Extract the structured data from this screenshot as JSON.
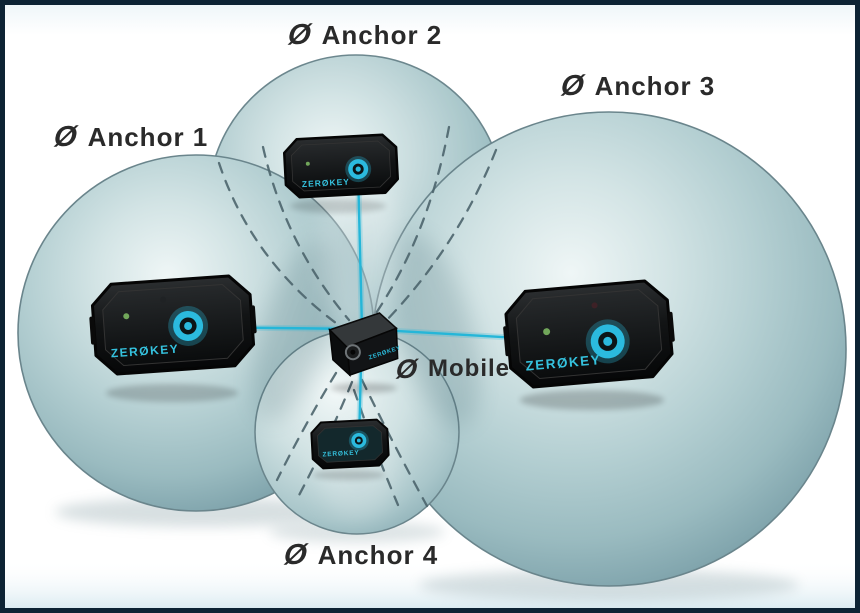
{
  "diagram": {
    "brand_glyph": "Ø",
    "device_brand": "ZERØKEY",
    "nodes": [
      {
        "id": "anchor-1",
        "label": "Anchor 1"
      },
      {
        "id": "anchor-2",
        "label": "Anchor 2"
      },
      {
        "id": "anchor-3",
        "label": "Anchor 3"
      },
      {
        "id": "anchor-4",
        "label": "Anchor 4"
      },
      {
        "id": "mobile",
        "label": "Mobile"
      }
    ],
    "colors": {
      "accent_cyan": "#2ab9d9",
      "sphere_teal": "#b4cfd2",
      "border_navy": "#0d2334",
      "dashed_line": "#4d656d",
      "label_text": "#2a2a2a"
    }
  }
}
